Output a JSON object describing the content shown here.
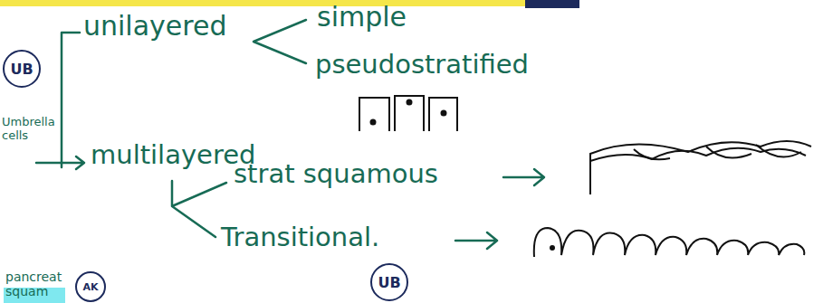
{
  "diagram": {
    "nodes": [
      {
        "text": [
          "UB"
        ]
      },
      {
        "text": [
          "AK"
        ]
      },
      {
        "text": [
          "UB"
        ]
      }
    ],
    "labels": [
      "unilayered",
      "simple",
      "pseudostratified",
      "Umbrella cells",
      "multilayered",
      "strat squamous",
      "Transitional.",
      "pancreat squam"
    ]
  }
}
